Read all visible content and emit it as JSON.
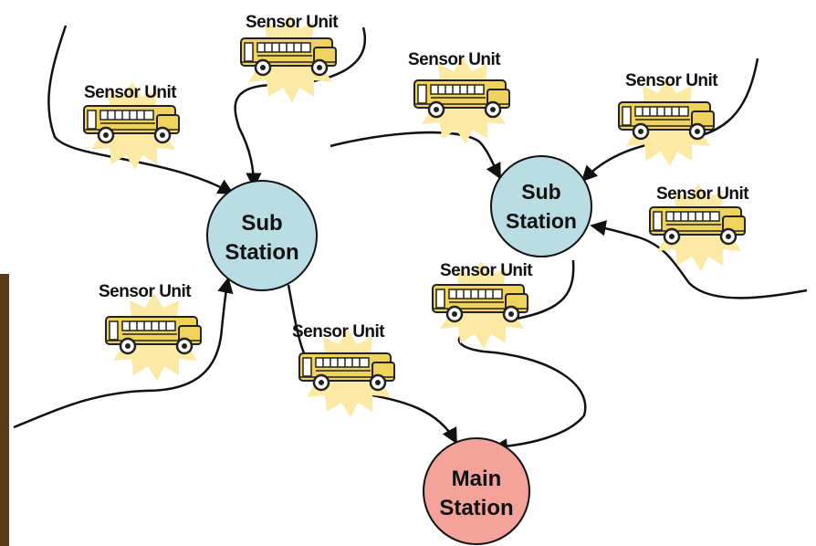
{
  "sensor_label": "Sensor Unit",
  "sub_station": {
    "line1": "Sub",
    "line2": "Station"
  },
  "main_station": {
    "line1": "Main",
    "line2": "Station"
  },
  "colors": {
    "sub_station_fill": "#b9dde3",
    "main_station_fill": "#f3a39a",
    "bus_yellow": "#f0d25e",
    "starburst": "#fbe9a4",
    "line": "#111111"
  }
}
